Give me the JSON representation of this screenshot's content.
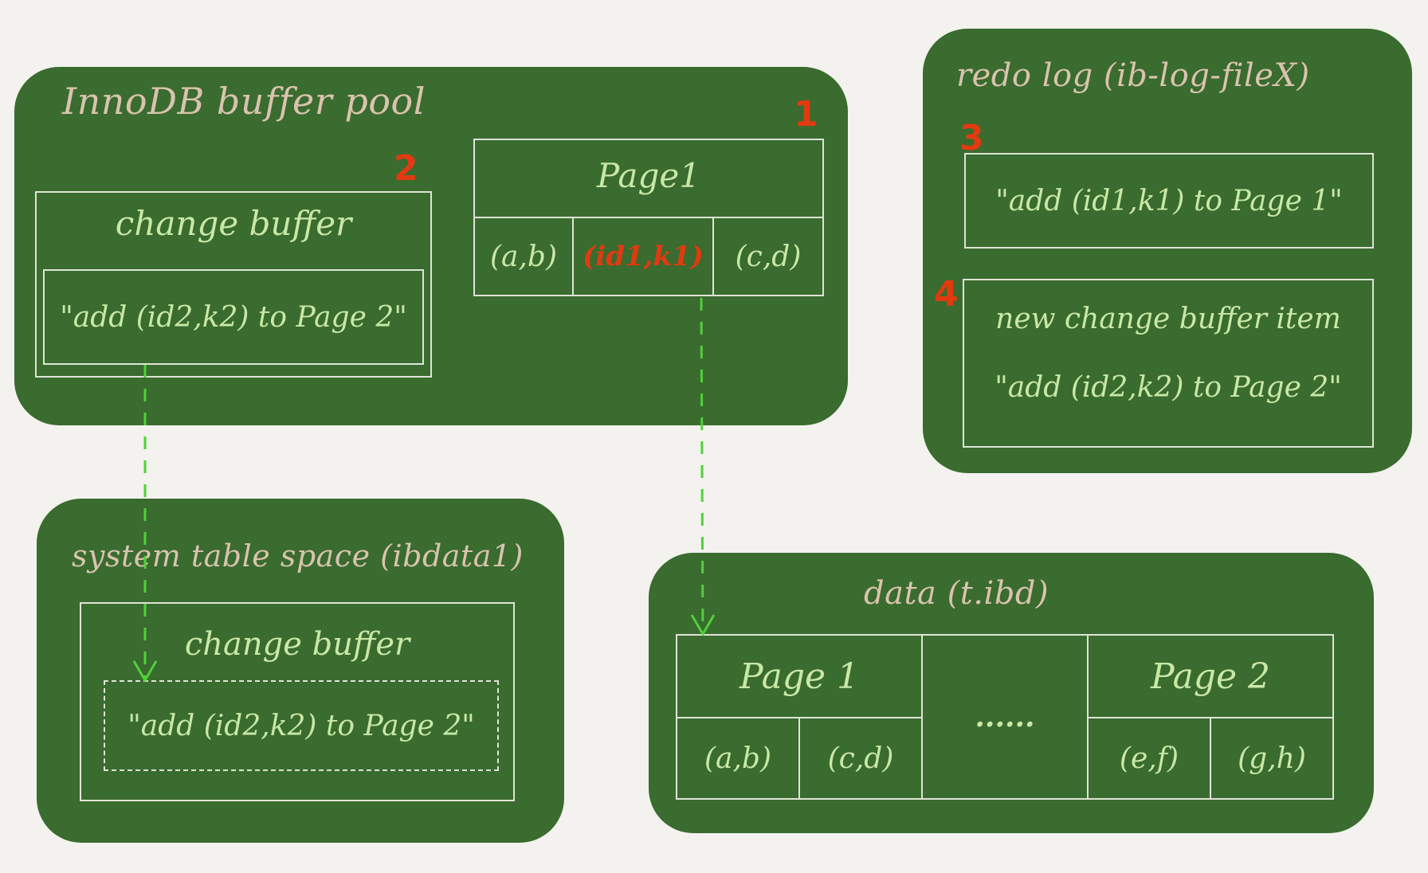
{
  "buffer_pool": {
    "title": "InnoDB buffer pool",
    "step_page1": "1",
    "step_change_buffer": "2",
    "page1": {
      "header": "Page1",
      "cells": [
        "(a,b)",
        "(id1,k1)",
        "(c,d)"
      ]
    },
    "change_buffer": {
      "label": "change buffer",
      "entry": "\"add (id2,k2) to Page 2\""
    }
  },
  "redo_log": {
    "title": "redo log (ib-log-fileX)",
    "step_3": "3",
    "entry_1": "\"add (id1,k1) to Page 1\"",
    "step_4": "4",
    "entry_2_line1": "new change buffer item",
    "entry_2_line2": "\"add (id2,k2) to Page 2\""
  },
  "system_tablespace": {
    "title": "system table space (ibdata1)",
    "change_buffer_label": "change buffer",
    "entry": "\"add (id2,k2) to Page 2\""
  },
  "data_file": {
    "title": "data (t.ibd)",
    "page1_header": "Page 1",
    "page1_cells": [
      "(a,b)",
      "(c,d)"
    ],
    "ellipsis": "......",
    "page2_header": "Page 2",
    "page2_cells": [
      "(e,f)",
      "(g,h)"
    ]
  },
  "colors": {
    "panel": "#3a6b2f",
    "background": "#f3f2ee",
    "title_text": "#d9c3ae",
    "content_text": "#c9e8a6",
    "highlight": "#e23a10",
    "arrow": "#4fd13a"
  }
}
